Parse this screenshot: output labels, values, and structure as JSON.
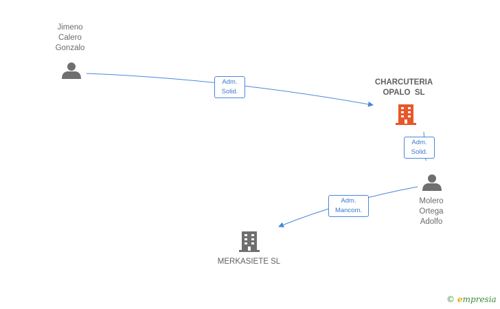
{
  "nodes": {
    "jimeno": {
      "name_lines": [
        "Jimeno",
        "Calero",
        "Gonzalo"
      ],
      "icon": "person-icon"
    },
    "molero": {
      "name_lines": [
        "Molero",
        "Ortega",
        "Adolfo"
      ],
      "icon": "person-icon"
    },
    "charcuteria": {
      "name_lines": [
        "CHARCUTERIA",
        "OPALO  SL"
      ],
      "icon": "building-icon",
      "color": "#e8562a"
    },
    "merkasiete": {
      "name": "MERKASIETE SL",
      "icon": "building-icon",
      "color": "#6f6f6f"
    }
  },
  "edges": [
    {
      "from": "jimeno",
      "to": "charcuteria",
      "label_lines": [
        "Adm.",
        "Solid."
      ]
    },
    {
      "from": "molero",
      "to": "charcuteria",
      "label_lines": [
        "Adm.",
        "Solid."
      ]
    },
    {
      "from": "molero",
      "to": "merkasiete",
      "label_lines": [
        "Adm.",
        "Mancom."
      ]
    }
  ],
  "colors": {
    "edge": "#4a86d8",
    "person": "#6f6f6f",
    "text": "#6b6b6b"
  },
  "brand": {
    "copyright": "©",
    "initial": "e",
    "rest": "mpresia"
  }
}
